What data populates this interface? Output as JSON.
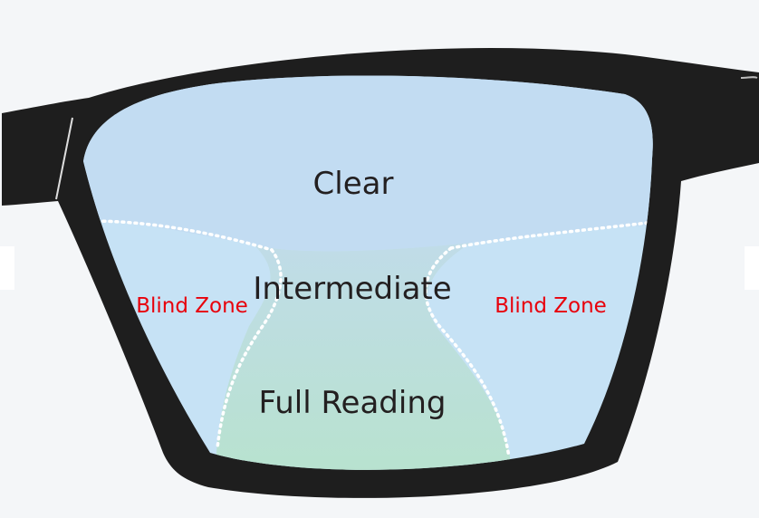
{
  "diagram": {
    "zones": {
      "clear": "Clear",
      "intermediate": "Intermediate",
      "full_reading": "Full Reading",
      "blind_left": "Blind Zone",
      "blind_right": "Blind Zone"
    },
    "colors": {
      "frame": "#1e1e1e",
      "clear_zone": "#c2dcf2",
      "intermediate_zone": "#c0dce8",
      "reading_zone": "#b8e2cf",
      "blind_zone": "#c6e2f5",
      "zone_divider": "#ffffff",
      "label_text": "#231f20",
      "blind_label_text": "#e8000b"
    }
  }
}
